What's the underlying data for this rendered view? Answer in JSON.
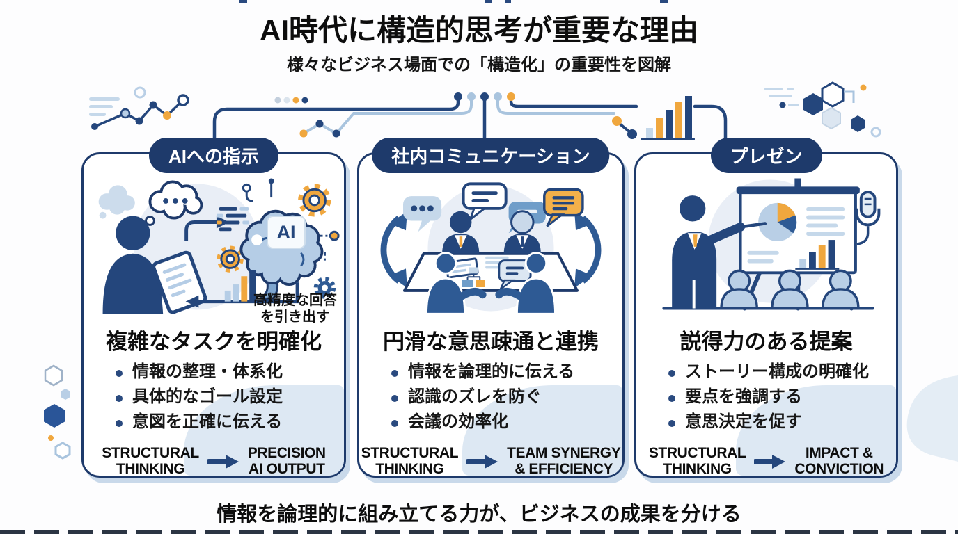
{
  "page": {
    "title": "AI時代に構造的思考が重要な理由",
    "subtitle": "様々なビジネス場面での「構造化」の重要性を図解",
    "tagline": "情報を論理的に組み立てる力が、ビジネスの成果を分ける"
  },
  "colors": {
    "navy": "#1e3a6b",
    "medium_blue": "#2e5a94",
    "orange": "#f0a73e",
    "light_blue": "#b5cde6",
    "pale_blue": "#dde8f3"
  },
  "cards": [
    {
      "header": "AIへの指示",
      "illustration": "person-prompting-ai-brain",
      "ai_label": "AI",
      "annotation_line1": "高精度な回答",
      "annotation_line2": "を引き出す",
      "heading": "複雑なタスクを明確化",
      "bullets": [
        "情報の整理・体系化",
        "具体的なゴール設定",
        "意図を正確に伝える"
      ],
      "result_from_line1": "STRUCTURAL",
      "result_from_line2": "THINKING",
      "result_to_line1": "PRECISION",
      "result_to_line2": "AI OUTPUT"
    },
    {
      "header": "社内コミュニケーション",
      "illustration": "team-meeting-speech-bubbles",
      "heading": "円滑な意思疎通と連携",
      "bullets": [
        "情報を論理的に伝える",
        "認識のズレを防ぐ",
        "会議の効率化"
      ],
      "result_from_line1": "STRUCTURAL",
      "result_from_line2": "THINKING",
      "result_to_line1": "TEAM SYNERGY",
      "result_to_line2": "& EFFICIENCY"
    },
    {
      "header": "プレゼン",
      "illustration": "presenter-with-chart-board",
      "heading": "説得力のある提案",
      "bullets": [
        "ストーリー構成の明確化",
        "要点を強調する",
        "意思決定を促す"
      ],
      "result_from_line1": "STRUCTURAL",
      "result_from_line2": "THINKING",
      "result_to_line1": "IMPACT &",
      "result_to_line2": "CONVICTION"
    }
  ]
}
